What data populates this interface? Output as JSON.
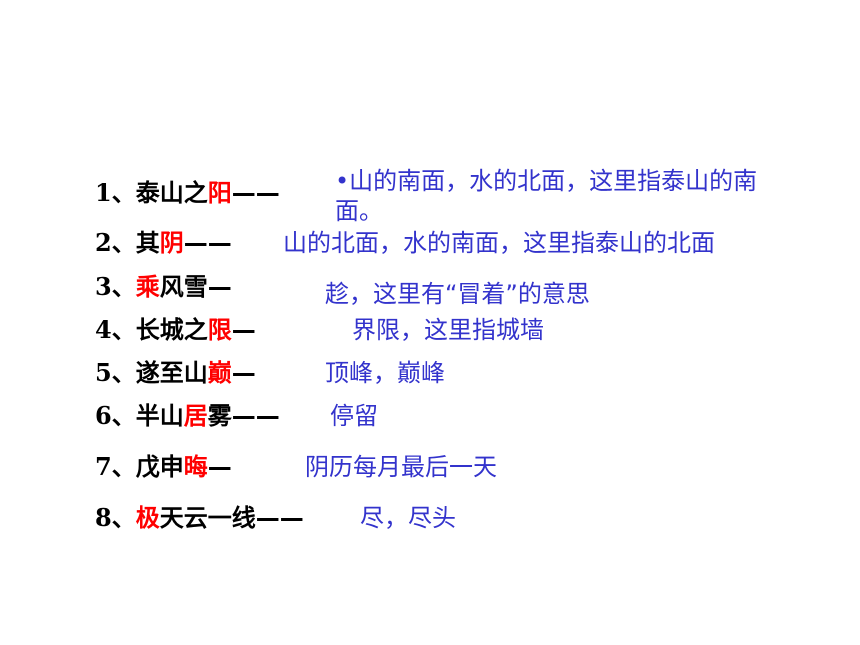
{
  "colors": {
    "term_text": "#000000",
    "key_char": "#ff0000",
    "definition": "#3333cc"
  },
  "items": [
    {
      "num": "1",
      "pre": "、泰山之",
      "key": "阳",
      "post": "——",
      "definition": "•山的南面，水的北面，这里指泰山的南面。"
    },
    {
      "num": "2",
      "pre": "、其",
      "key": "阴",
      "post": "——",
      "definition": "山的北面，水的南面，这里指泰山的北面"
    },
    {
      "num": "3",
      "pre": "、",
      "key": "乘",
      "post": "风雪—",
      "definition": "趁，这里有“冒着”的意思"
    },
    {
      "num": "4",
      "pre": "、长城之",
      "key": "限",
      "post": "—",
      "definition": "界限，这里指城墙"
    },
    {
      "num": "5",
      "pre": "、遂至山",
      "key": "巅",
      "post": "—",
      "definition": "顶峰，巅峰"
    },
    {
      "num": "6",
      "pre": "、半山",
      "key": "居",
      "post": "雾——",
      "definition": "停留"
    },
    {
      "num": "7",
      "pre": "、戊申",
      "key": "晦",
      "post": "—",
      "definition": "阴历每月最后一天"
    },
    {
      "num": "8",
      "pre": "、",
      "key": "极",
      "post": "天云一线——",
      "definition": "尽，尽头"
    }
  ]
}
